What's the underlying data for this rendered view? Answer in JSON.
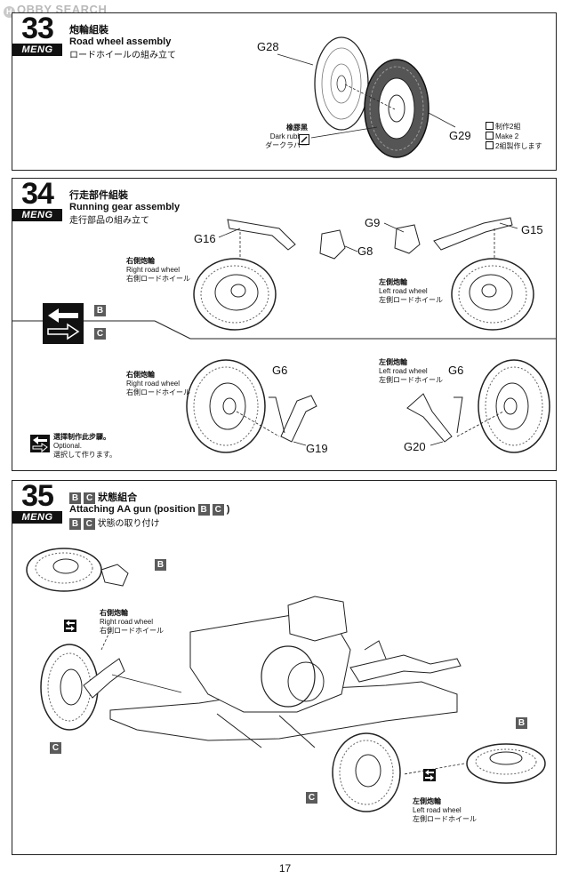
{
  "watermark": {
    "logo_letter": "H",
    "text": "OBBY SEARCH"
  },
  "step33": {
    "number": "33",
    "brand": "MENG",
    "title_cn": "炮輪組裝",
    "title_en": "Road wheel assembly",
    "title_jp": "ロードホイールの組み立て",
    "part_a": "G28",
    "part_b": "G29",
    "paint_cn": "橡膠黑",
    "paint_en": "Dark rubber",
    "paint_jp": "ダークラバー",
    "make_cn": "制作2組",
    "make_en": "Make 2",
    "make_jp": "2組製作します"
  },
  "step34": {
    "number": "34",
    "brand": "MENG",
    "title_cn": "行走部件組裝",
    "title_en": "Running gear assembly",
    "title_jp": "走行部品の組み立て",
    "parts_top": [
      "G16",
      "G8",
      "G9",
      "G15"
    ],
    "right_wheel_cn": "右側炮輪",
    "right_wheel_en": "Right road wheel",
    "right_wheel_jp": "右側ロードホイール",
    "left_wheel_cn": "左側炮輪",
    "left_wheel_en": "Left road wheel",
    "left_wheel_jp": "左側ロードホイール",
    "tag_b": "B",
    "tag_c": "C",
    "parts_bottom": [
      "G6",
      "G19",
      "G6",
      "G20"
    ],
    "optional_cn": "選擇制作此步驟。",
    "optional_en": "Optional.",
    "optional_jp": "選択して作ります。"
  },
  "step35": {
    "number": "35",
    "brand": "MENG",
    "title_cn": "狀態組合",
    "title_en_prefix": "Attaching AA gun (position",
    "title_en_suffix": ")",
    "title_jp": "状態の取り付け",
    "tag_b": "B",
    "tag_c": "C",
    "right_wheel_cn": "右側炮輪",
    "right_wheel_en": "Right road wheel",
    "right_wheel_jp": "右側ロードホイール",
    "left_wheel_cn": "左側炮輪",
    "left_wheel_en": "Left road wheel",
    "left_wheel_jp": "左側ロードホイール"
  },
  "page_number": "17"
}
